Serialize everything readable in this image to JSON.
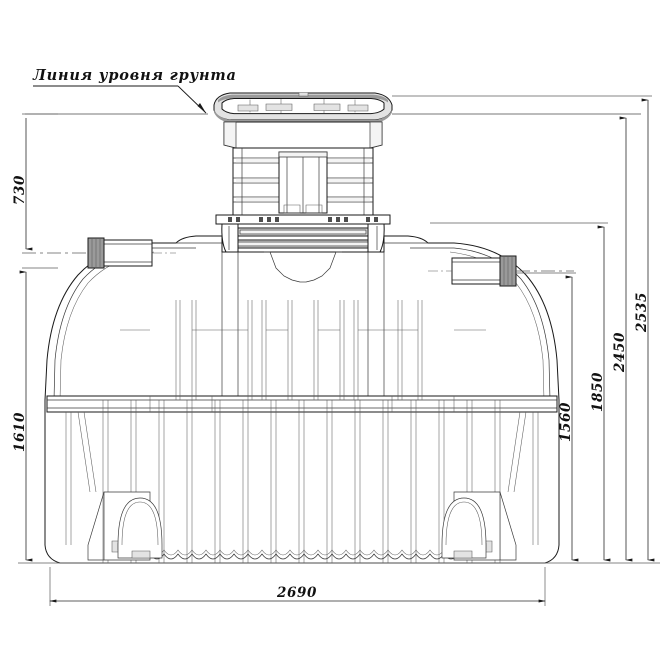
{
  "drawing": {
    "type": "technical-section-drawing",
    "subject": "Underground septic tank / storage tank vertical section",
    "units": "mm",
    "annotations": [
      {
        "id": "ground-level",
        "text": "Линия уровня грунта",
        "underlined": true,
        "leader_to": "ground-line"
      }
    ],
    "dimensions": {
      "left": [
        {
          "id": "dim-730",
          "value": "730",
          "orientation": "vertical",
          "from": "ground-line",
          "to": "inlet-centerline"
        },
        {
          "id": "dim-1610",
          "value": "1610",
          "orientation": "vertical",
          "from": "inlet-centerline",
          "to": "tank-bottom"
        }
      ],
      "right": [
        {
          "id": "dim-1560",
          "value": "1560",
          "orientation": "vertical",
          "from": "outlet-centerline",
          "to": "tank-bottom"
        },
        {
          "id": "dim-1850",
          "value": "1850",
          "orientation": "vertical",
          "from": "tank-shoulder",
          "to": "tank-bottom"
        },
        {
          "id": "dim-2450",
          "value": "2450",
          "orientation": "vertical",
          "from": "ground-line",
          "to": "tank-bottom"
        },
        {
          "id": "dim-2535",
          "value": "2535",
          "orientation": "vertical",
          "from": "lid-top",
          "to": "tank-bottom"
        }
      ],
      "bottom": [
        {
          "id": "dim-2690",
          "value": "2690",
          "orientation": "horizontal",
          "from": "tank-left",
          "to": "tank-right"
        }
      ]
    },
    "components": [
      {
        "id": "lid",
        "label": "lid"
      },
      {
        "id": "riser-neck",
        "label": "riser-neck"
      },
      {
        "id": "neck-flange",
        "label": "neck-flange"
      },
      {
        "id": "tank-body",
        "label": "tank-body"
      },
      {
        "id": "inlet-pipe",
        "label": "inlet-pipe"
      },
      {
        "id": "outlet-pipe",
        "label": "outlet-pipe"
      }
    ]
  },
  "colors": {
    "line": "#1a1a1a",
    "thin_line": "#3a3a3a",
    "dimension": "#2a2a2a",
    "extension": "#5c5c5c",
    "background": "#ffffff",
    "shade_light": "#f4f4f4",
    "shade_mid": "#e3e3e3",
    "shade_dark": "#9a9a9a"
  }
}
